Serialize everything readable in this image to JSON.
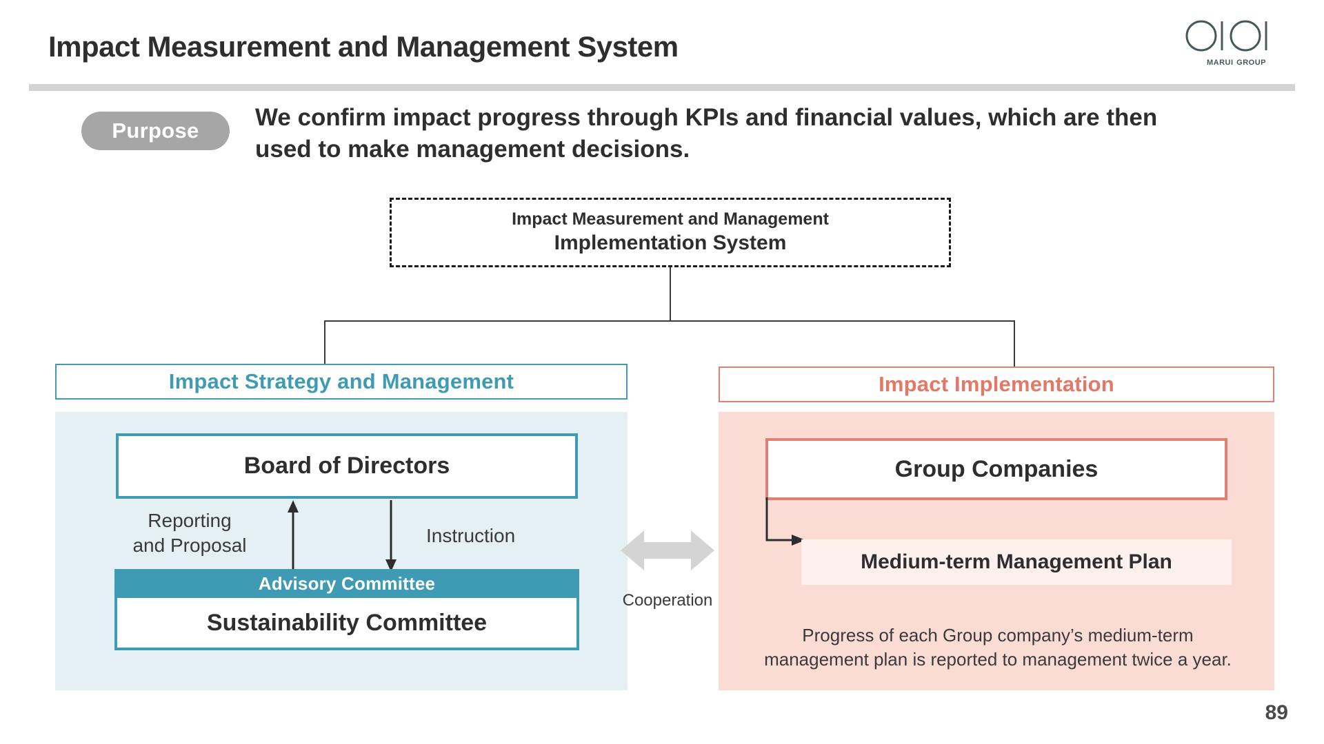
{
  "header": {
    "title": "Impact Measurement and Management System",
    "logo_mark": "OIOI",
    "logo_word": "Marui Group",
    "rule_color": "#d4d4d4"
  },
  "purpose": {
    "pill_label": "Purpose",
    "pill_color": "#a6a6a6",
    "statement": "We confirm impact progress through KPIs and financial values, which are then used to make management decisions."
  },
  "root_box": {
    "line1": "Impact Measurement and Management",
    "line2": "Implementation System"
  },
  "columns": {
    "left": {
      "header_label": "Impact Strategy and Management",
      "accent_color": "#3f9bb4",
      "panel_color": "#e4f0f3",
      "board_label": "Board of Directors",
      "reporting_label": "Reporting\nand Proposal",
      "reporting_line1": "Reporting",
      "reporting_line2": "and Proposal",
      "instruction_label": "Instruction",
      "advisory_label": "Advisory Committee",
      "sustainability_label": "Sustainability Committee"
    },
    "right": {
      "header_label": "Impact Implementation",
      "accent_color": "#e08070",
      "panel_color": "#fadcd5",
      "group_label": "Group Companies",
      "plan_label": "Medium-term Management Plan",
      "note_line1": "Progress of each Group company’s medium-term",
      "note_line2": "management plan is reported to management twice a year."
    }
  },
  "middle": {
    "cooperation_label": "Cooperation",
    "arrow_color": "#d4d4d4"
  },
  "footer": {
    "page_number": "89"
  }
}
